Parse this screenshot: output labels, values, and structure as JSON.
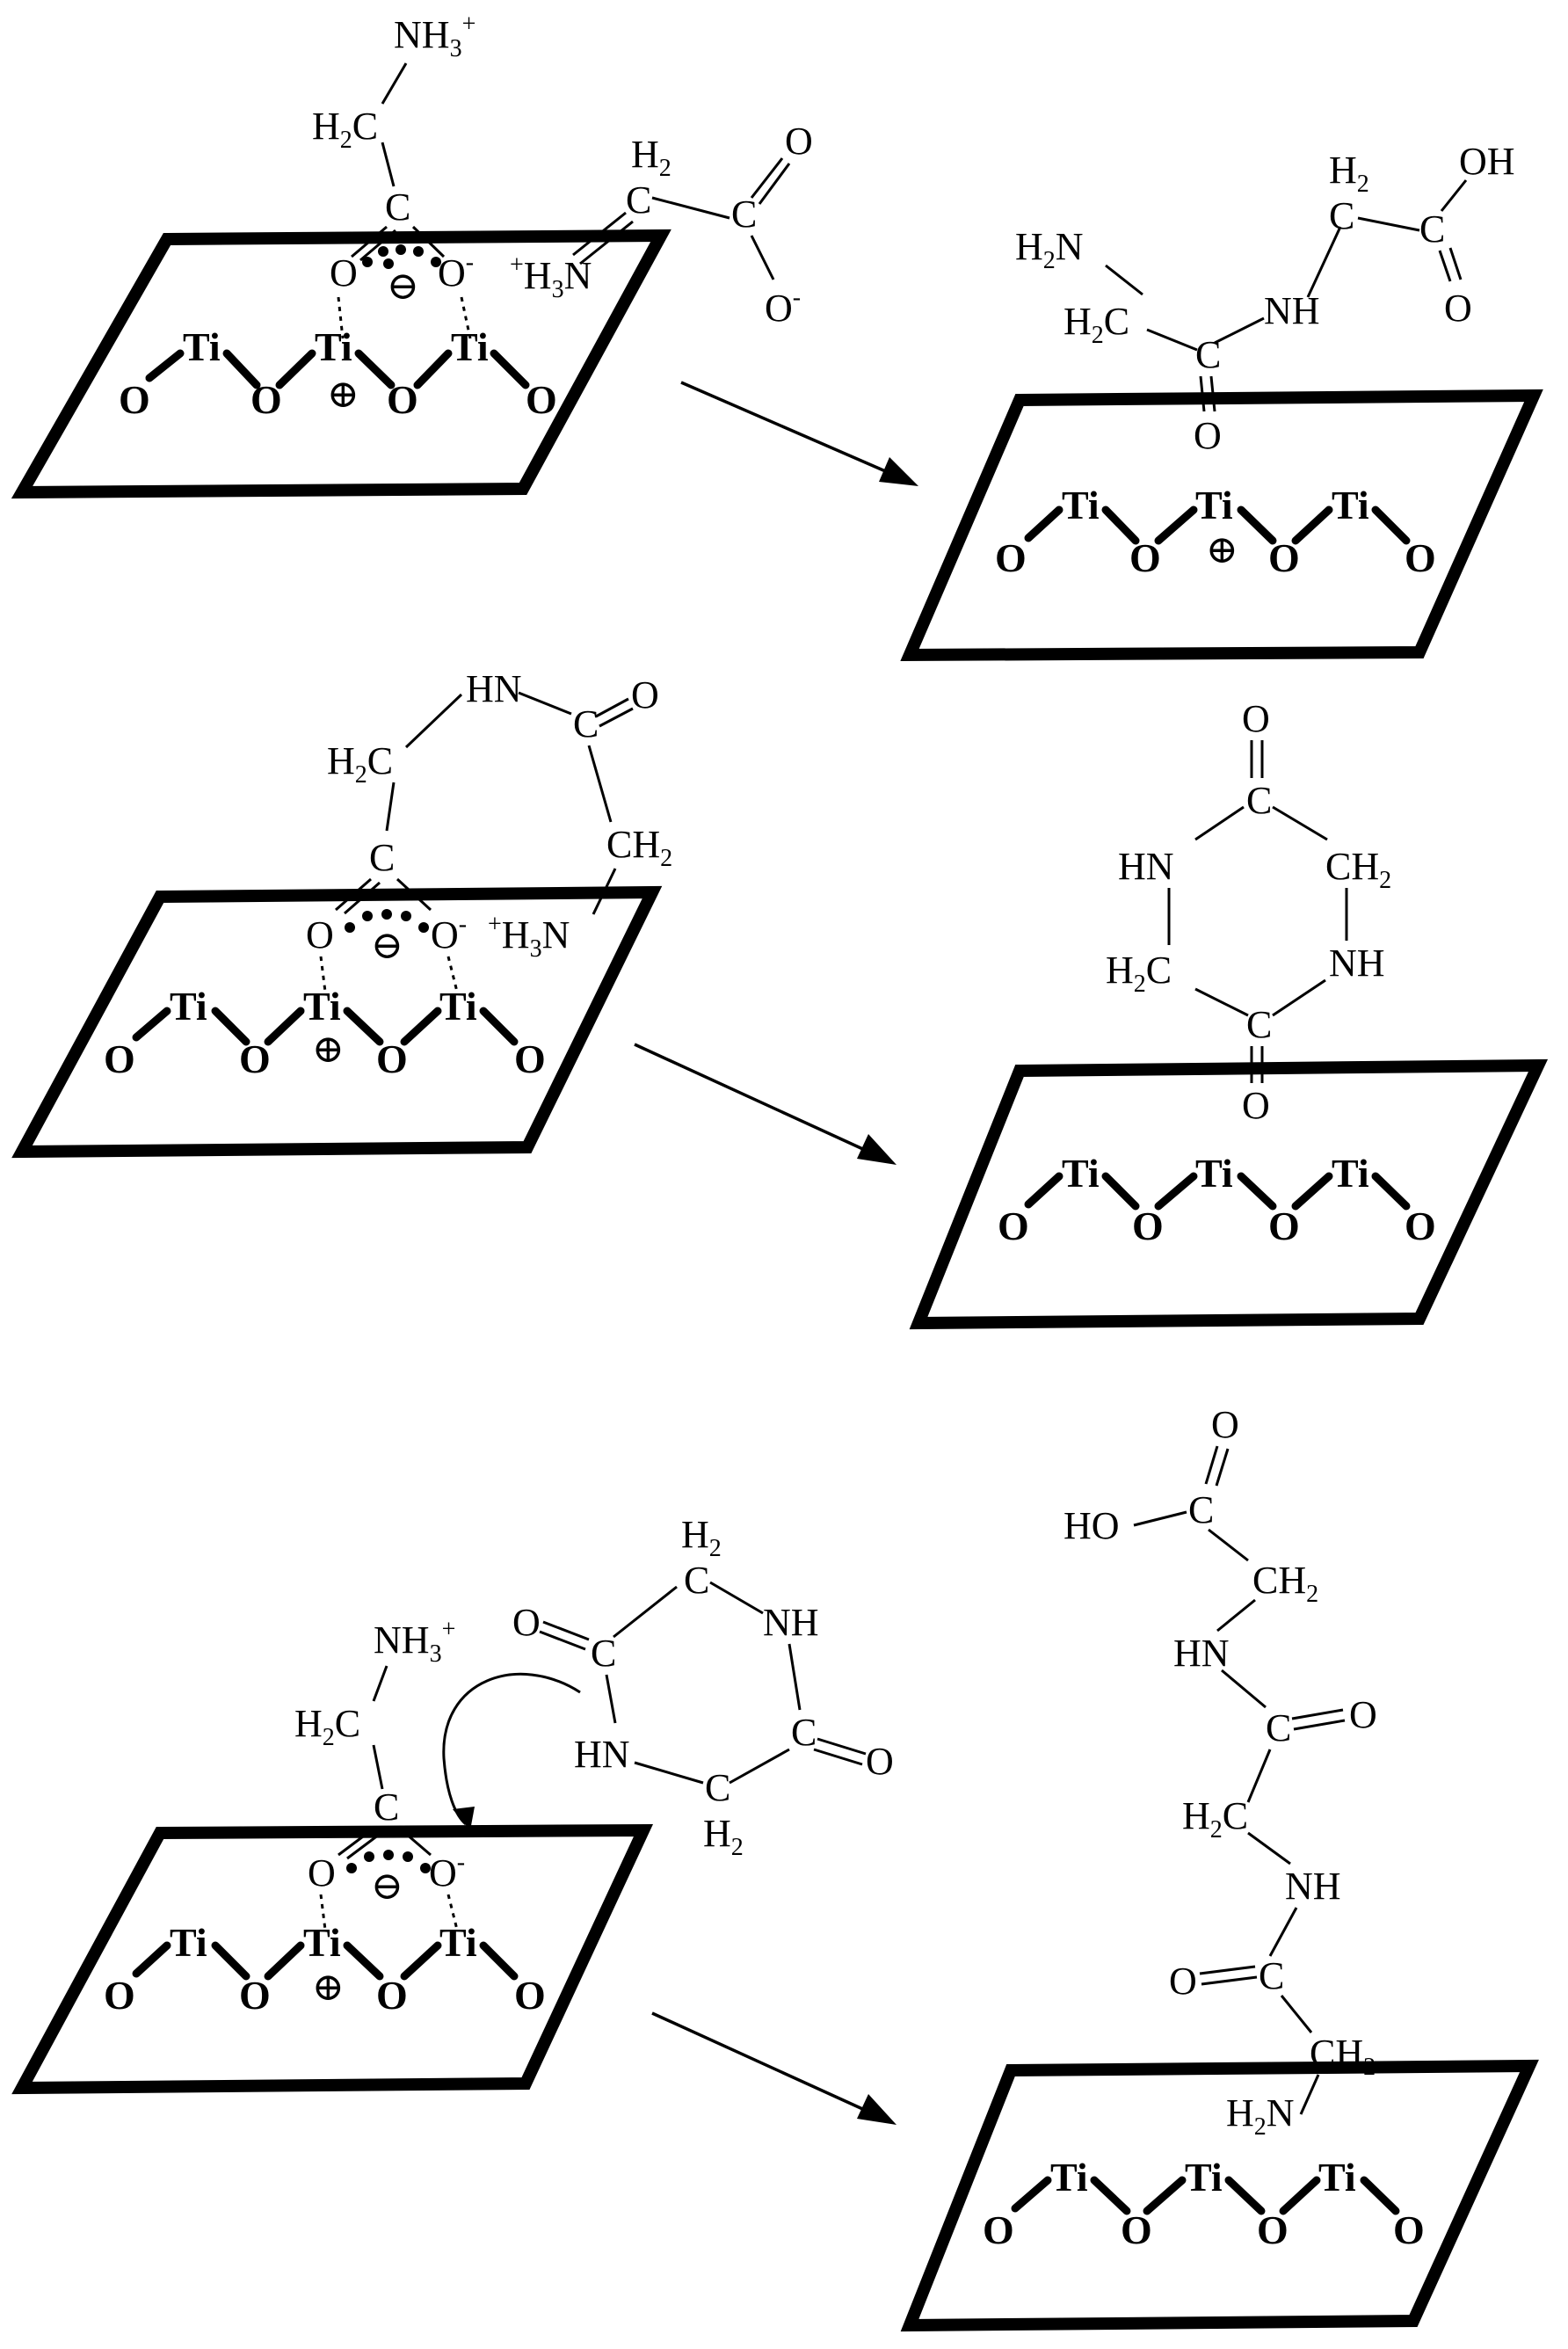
{
  "figure": {
    "surface": {
      "ti": "Ti",
      "o": "O",
      "plus": "⊕"
    },
    "row1": {
      "left": {
        "nh3": "NH",
        "nh3_sub": "3",
        "nh3_sup": "+",
        "h2c": "H",
        "h2c_sub": "2",
        "h2c_c": "C",
        "c": "C",
        "o_left": "O",
        "o_right": "O",
        "o_minus": "-",
        "minus_circle": "⊖",
        "h3n": "H",
        "h3n_sub": "3",
        "h3n_n": "N",
        "h3n_sup": "+",
        "c2": "C",
        "h2_top": "H",
        "h2_top_sub": "2",
        "c3": "C",
        "o_top": "O",
        "o_bot": "O",
        "o_bot_minus": "-"
      },
      "right": {
        "h2n": "H",
        "h2n_sub": "2",
        "h2n_n": "N",
        "h2c": "H",
        "h2c_sub": "2",
        "h2c_c": "C",
        "c": "C",
        "nh": "NH",
        "o": "O",
        "h2": "H",
        "h2_sub": "2",
        "c2": "C",
        "c3": "C",
        "oh": "OH",
        "o2": "O"
      }
    },
    "row2": {
      "left": {
        "hn": "HN",
        "c_top": "C",
        "o_top": "O",
        "h2c": "H",
        "h2c_sub": "2",
        "h2c_c": "C",
        "ch2": "CH",
        "ch2_sub": "2",
        "c": "C",
        "o_left": "O",
        "o_right": "O",
        "o_minus": "-",
        "minus_circle": "⊖",
        "h3n": "H",
        "h3n_sub": "3",
        "h3n_n": "N",
        "h3n_sup": "+"
      },
      "right": {
        "o_top": "O",
        "c_top": "C",
        "hn": "HN",
        "ch2": "CH",
        "ch2_sub": "2",
        "h2c": "H",
        "h2c_sub": "2",
        "h2c_c": "C",
        "nh": "NH",
        "c_bot": "C",
        "o_bot": "O"
      }
    },
    "row3": {
      "left": {
        "nh3": "NH",
        "nh3_sub": "3",
        "nh3_sup": "+",
        "h2c": "H",
        "h2c_sub": "2",
        "h2c_c": "C",
        "c": "C",
        "o_left": "O",
        "o_right": "O",
        "o_minus": "-",
        "minus_circle": "⊖",
        "ring_h2_top": "H",
        "ring_h2_top_sub": "2",
        "ring_c_top": "C",
        "ring_o_left": "O",
        "ring_c_left": "C",
        "ring_nh": "NH",
        "ring_hn": "HN",
        "ring_c_right": "C",
        "ring_o_right": "O",
        "ring_c_bot": "C",
        "ring_h2_bot": "H",
        "ring_h2_bot_sub": "2"
      },
      "right": {
        "o_top": "O",
        "ho": "HO",
        "c1": "C",
        "ch2_a": "CH",
        "ch2_a_sub": "2",
        "hn": "HN",
        "c2": "C",
        "o2": "O",
        "h2c": "H",
        "h2c_sub": "2",
        "h2c_c": "C",
        "nh": "NH",
        "o3": "O",
        "c3": "C",
        "ch2_b": "CH",
        "ch2_b_sub": "2",
        "h2n": "H",
        "h2n_sub": "2",
        "h2n_n": "N"
      }
    }
  }
}
